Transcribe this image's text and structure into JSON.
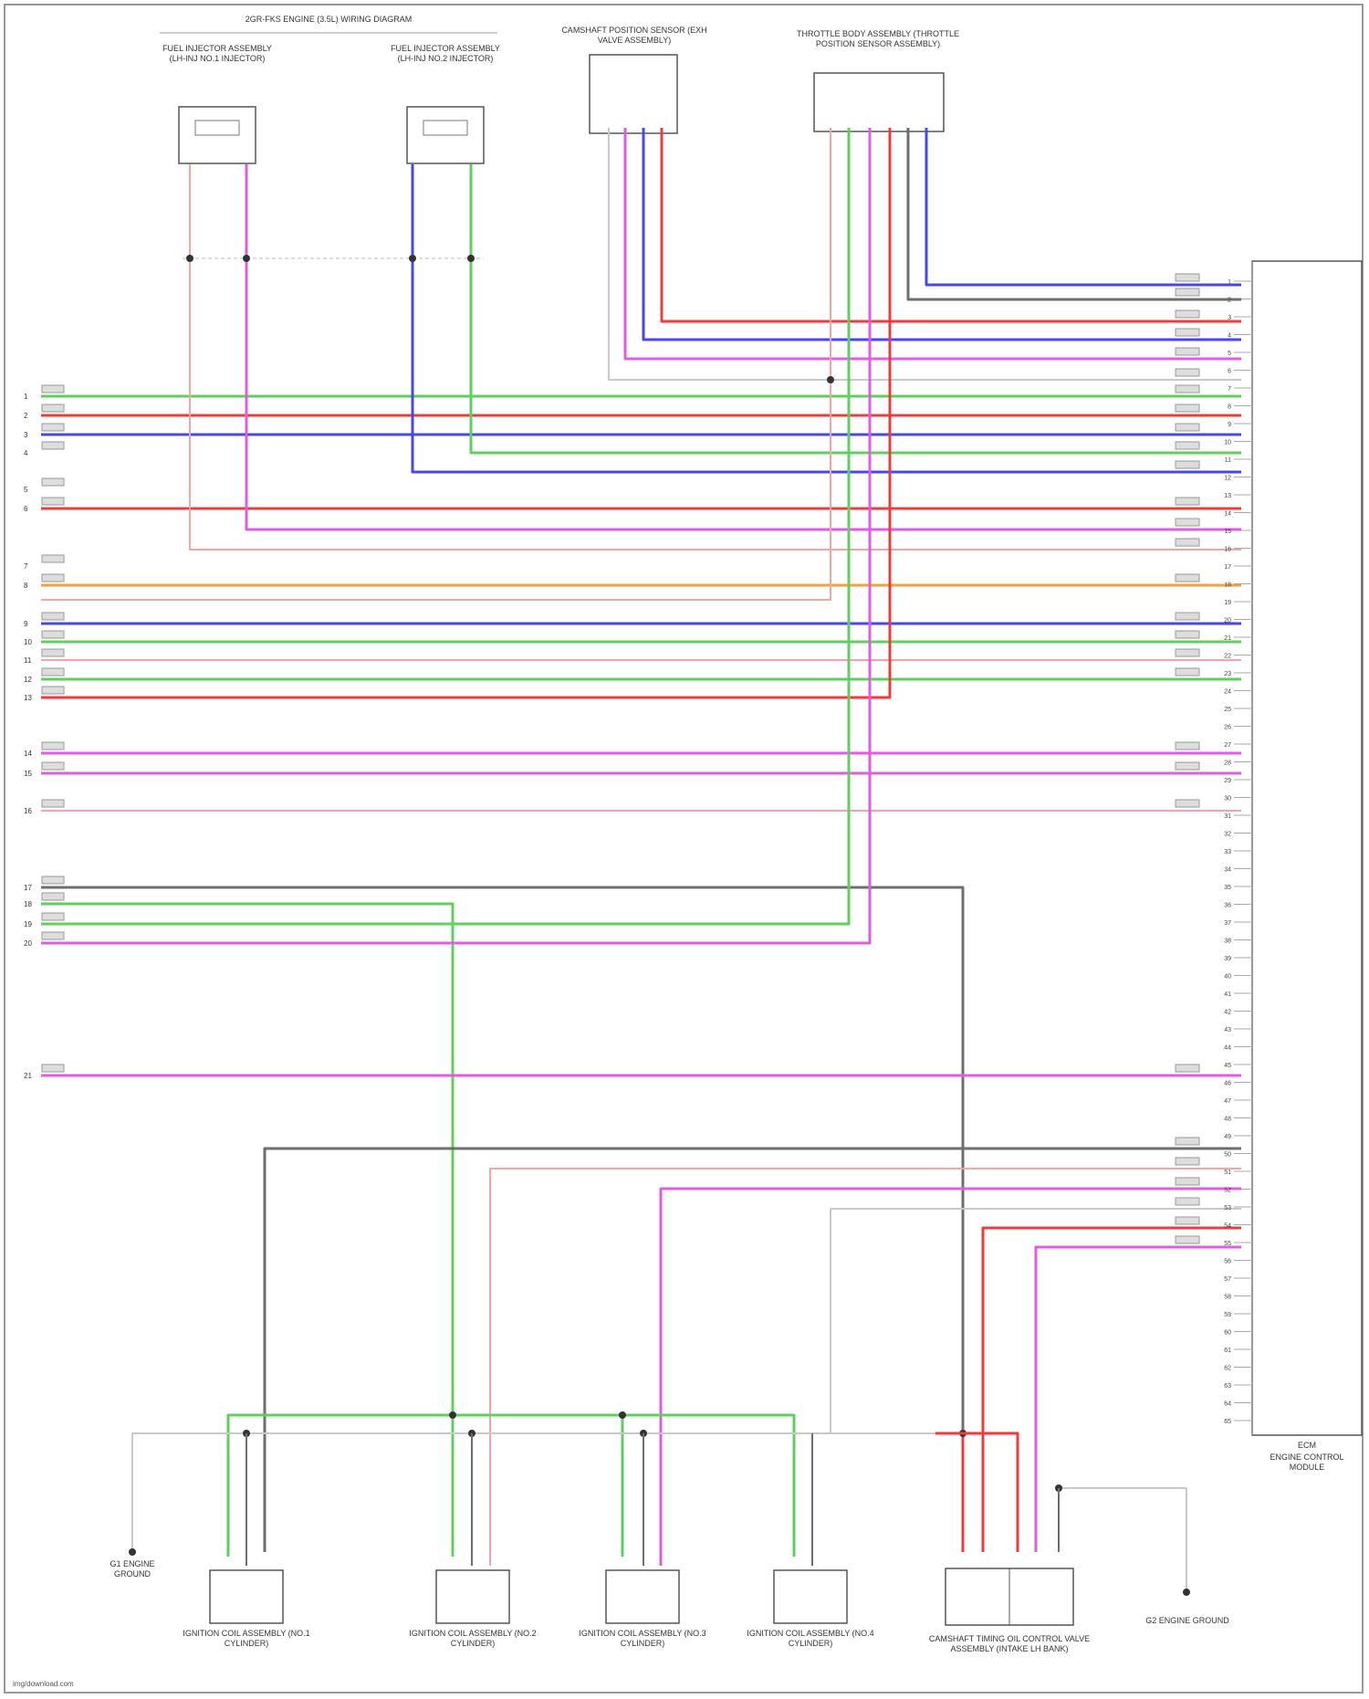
{
  "header": {
    "title": "2GR-FKS ENGINE (3.5L) WIRING DIAGRAM"
  },
  "components": {
    "inj_l1": {
      "label": "FUEL INJECTOR ASSEMBLY (LH-INJ NO.1 INJECTOR)"
    },
    "inj_l2": {
      "label": "FUEL INJECTOR ASSEMBLY (LH-INJ NO.2 INJECTOR)"
    },
    "cam_sensor": {
      "label": "CAMSHAFT POSITION SENSOR (EXH VALVE ASSEMBLY)"
    },
    "throttle": {
      "label": "THROTTLE BODY ASSEMBLY (THROTTLE POSITION SENSOR ASSEMBLY)"
    },
    "ecm": {
      "label": "ECM",
      "sublabel": "ENGINE CONTROL MODULE"
    },
    "coil1": {
      "label": "IGNITION COIL ASSEMBLY (NO.1 CYLINDER)"
    },
    "coil2": {
      "label": "IGNITION COIL ASSEMBLY (NO.2 CYLINDER)"
    },
    "coil3": {
      "label": "IGNITION COIL ASSEMBLY (NO.3 CYLINDER)"
    },
    "coil4": {
      "label": "IGNITION COIL ASSEMBLY (NO.4 CYLINDER)"
    },
    "vvt": {
      "label": "CAMSHAFT TIMING OIL CONTROL VALVE ASSEMBLY (INTAKE LH BANK)"
    },
    "ground_left": {
      "label": "G1 ENGINE GROUND"
    },
    "ground_right": {
      "label": "G2 ENGINE GROUND"
    }
  },
  "colors": {
    "red": "#ee3b3b",
    "blue": "#4646ee",
    "green": "#5fcf5f",
    "pink": "#f4a4a4",
    "magenta": "#e25ce2",
    "gray": "#6e6e6e",
    "orange": "#f0a040",
    "lightgray": "#c8c8c8"
  },
  "left_pins": [
    "1",
    "2",
    "3",
    "4",
    "5",
    "6",
    "7",
    "8",
    "9",
    "10",
    "11",
    "12",
    "13",
    "14",
    "15",
    "16",
    "17",
    "18",
    "19",
    "20",
    "21"
  ],
  "ecm_pins": [
    "1",
    "2",
    "3",
    "4",
    "5",
    "6",
    "7",
    "8",
    "9",
    "10",
    "11",
    "12",
    "13",
    "14",
    "15",
    "16",
    "17",
    "18",
    "19",
    "20",
    "21",
    "22",
    "23",
    "24",
    "25",
    "26",
    "27",
    "28",
    "29",
    "30",
    "31",
    "32",
    "33",
    "34",
    "35",
    "36",
    "37",
    "38",
    "39",
    "40",
    "41",
    "42",
    "43",
    "44",
    "45",
    "46",
    "47",
    "48",
    "49",
    "50",
    "51",
    "52",
    "53",
    "54",
    "55",
    "56",
    "57",
    "58",
    "59",
    "60",
    "61",
    "62",
    "63",
    "64",
    "65"
  ],
  "footer": "img/download.com"
}
